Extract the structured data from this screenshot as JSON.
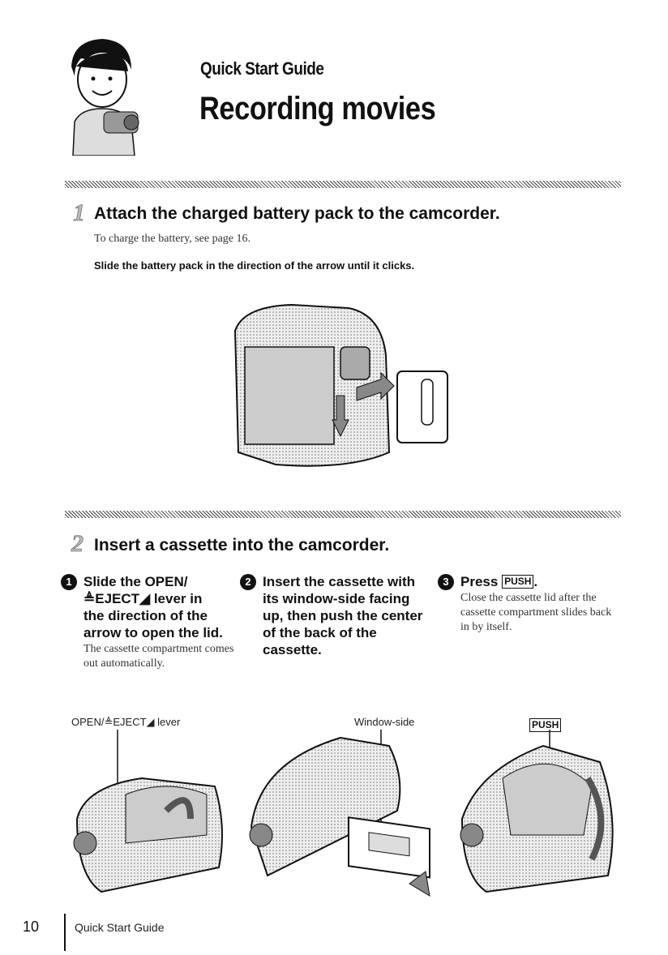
{
  "header": {
    "guide_label": "Quick Start Guide",
    "title": "Recording movies"
  },
  "step1": {
    "number": "1",
    "heading": "Attach the charged battery pack to the camcorder.",
    "note": "To charge the battery, see page 16.",
    "instruction": "Slide the battery pack in the direction of the arrow until it clicks."
  },
  "step2": {
    "number": "2",
    "heading": "Insert a cassette into the camcorder.",
    "sub": [
      {
        "marker": "1",
        "title_lines": [
          "Slide the OPEN/",
          "≜EJECT◢ lever in",
          "the direction of the",
          "arrow to open the lid."
        ],
        "body": "The cassette compartment comes out automatically."
      },
      {
        "marker": "2",
        "title_lines": [
          "Insert the cassette with",
          "its window-side facing",
          "up, then push the center",
          "of the back of the",
          "cassette."
        ],
        "body": ""
      },
      {
        "marker": "3",
        "title_prefix": "Press",
        "title_button": "PUSH",
        "title_suffix": ".",
        "body": "Close the cassette lid after the cassette compartment slides back in by itself."
      }
    ],
    "callouts": {
      "lever": "OPEN/≜EJECT◢ lever",
      "window": "Window-side",
      "push": "PUSH"
    }
  },
  "footer": {
    "page_number": "10",
    "section": "Quick Start Guide"
  }
}
